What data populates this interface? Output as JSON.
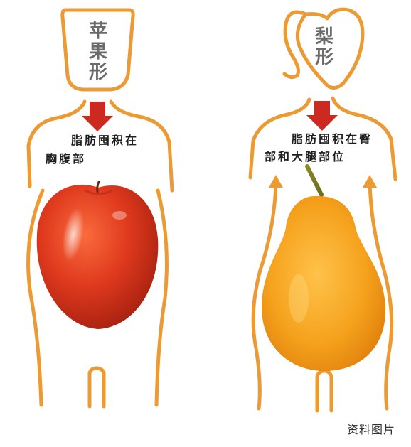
{
  "figures": [
    {
      "shape_label": [
        "苹",
        "果",
        "形"
      ],
      "description_lines": [
        "脂肪囤积在",
        "胸腹部"
      ],
      "fruit": "apple",
      "outline_color": "#ec9a33",
      "arrow_color": "#cc2a21",
      "fruit_color": "#e03a1e"
    },
    {
      "shape_label": [
        "梨",
        "形"
      ],
      "description_lines": [
        "脂肪囤积在臀",
        "部和大腿部位"
      ],
      "fruit": "pear",
      "outline_color": "#ec9a33",
      "arrow_color": "#cc2a21",
      "fruit_color": "#f3a11f"
    }
  ],
  "caption": "资料图片"
}
